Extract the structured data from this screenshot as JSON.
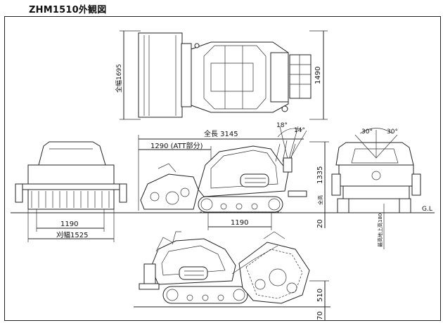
{
  "page": {
    "title": "ZHM1510外観図"
  },
  "top_view": {
    "width_label": "全幅1695",
    "length_label": "1490"
  },
  "side_view": {
    "total_length_label": "全長 3145",
    "att_length_label": "1290 (ATT部分)",
    "angle_a_label": "18°",
    "angle_b_label": "14°",
    "height_label": "1335",
    "height_prefix_label": "全高",
    "clearance_label": "20",
    "track_length_label": "1190"
  },
  "front_view": {
    "track_width_label": "1190",
    "total_width_label": "刈幅1525"
  },
  "rear_view": {
    "angle_left_label": "30°",
    "angle_right_label": "30°",
    "ground_label": "G.L",
    "lift_label": "最高地上高180"
  },
  "lift_view": {
    "height_label": "510",
    "bottom_label": "70"
  }
}
